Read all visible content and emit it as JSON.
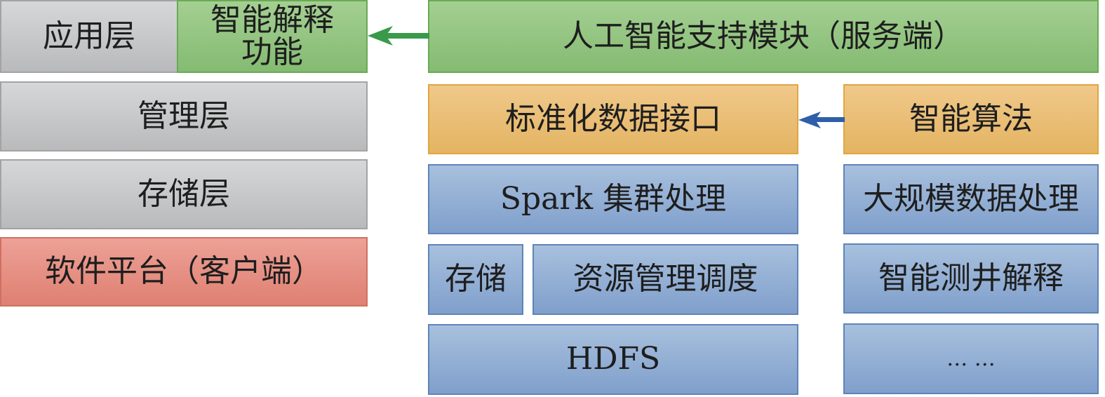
{
  "left_column": {
    "application_layer": "应用层",
    "intelligent_interpretation_function": "智能解释功能",
    "management_layer": "管理层",
    "storage_layer": "存储层",
    "software_platform_client": "软件平台（客户端）"
  },
  "right_column": {
    "ai_support_module_server": "人工智能支持模块（服务端）",
    "standardized_data_interface": "标准化数据接口",
    "intelligent_algorithm": "智能算法",
    "spark_cluster_processing": "Spark 集群处理",
    "large_scale_data_processing": "大规模数据处理",
    "storage": "存储",
    "resource_management_scheduling": "资源管理调度",
    "intelligent_logging_interpretation": "智能测井解释",
    "hdfs": "HDFS",
    "ellipsis": "… …"
  },
  "colors": {
    "gray": "#c8c9ca",
    "green": "#93c47f",
    "red": "#e58f82",
    "orange": "#eabd75",
    "blue": "#93afd5",
    "green_arrow": "#3a9a4a",
    "blue_arrow": "#2f5fa8"
  }
}
